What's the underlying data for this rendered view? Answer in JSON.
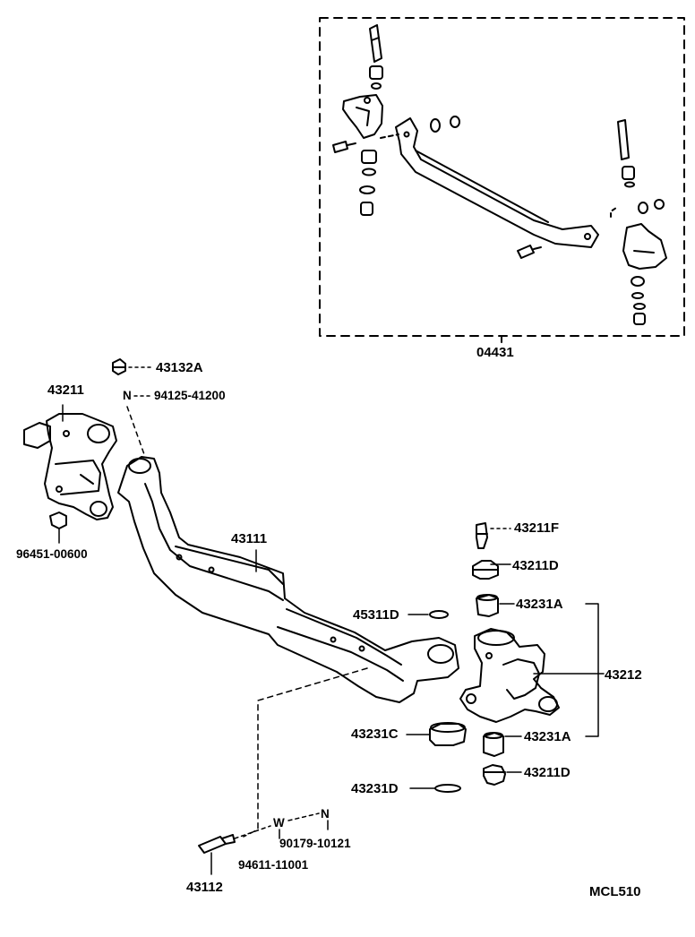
{
  "diagram": {
    "code": "MCL510",
    "labels": {
      "kit": "04431",
      "bolt_top": "43132A",
      "nut_top": "94125-41200",
      "arm_left": "43211",
      "fitting_left": "96451-00600",
      "axle_beam": "43111",
      "fitting_f": "43211F",
      "plug_d_upper": "43211D",
      "oring": "45311D",
      "bushing_upper": "43231A",
      "knuckle": "43212",
      "bearing_c": "43231C",
      "bushing_lower": "43231A",
      "plug_d_lower": "43211D",
      "shim_d": "43231D",
      "washer_w": "90179-10121",
      "nut_n": "94611-11001",
      "king_pin": "43112",
      "marker_n_top": "N",
      "marker_w": "W",
      "marker_n_bottom": "N"
    }
  }
}
